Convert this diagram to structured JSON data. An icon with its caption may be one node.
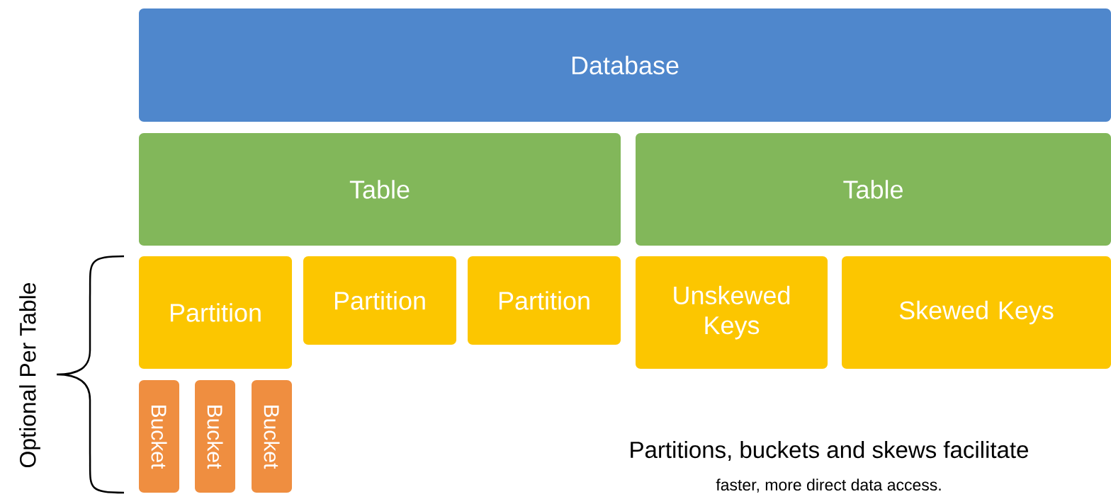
{
  "diagram": {
    "nodes": [
      {
        "text": [
          "Database"
        ]
      },
      {
        "text": [
          "Table"
        ]
      },
      {
        "text": [
          "Table"
        ]
      },
      {
        "text": [
          "Partition"
        ]
      },
      {
        "text": [
          "Partition"
        ]
      },
      {
        "text": [
          "Partition"
        ]
      },
      {
        "text": [
          "Unskewed Keys"
        ]
      },
      {
        "text": [
          "Skewed Keys"
        ]
      },
      {
        "text": [
          "Bucket"
        ]
      },
      {
        "text": [
          "Bucket"
        ]
      },
      {
        "text": [
          "Bucket"
        ]
      }
    ],
    "labels": [
      "Optional Per Table",
      "Partitions, buckets and skews facilitate",
      "faster, more direct data access."
    ]
  }
}
